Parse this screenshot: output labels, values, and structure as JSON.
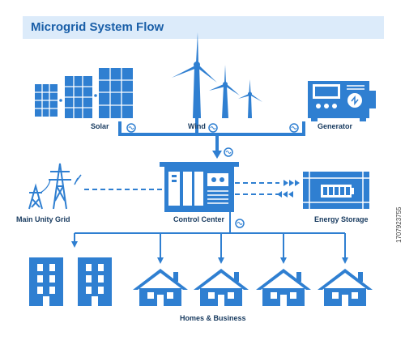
{
  "title": "Microgrid System Flow",
  "labels": {
    "solar": "Solar",
    "wind": "Wind",
    "generator": "Generator",
    "main_grid": "Main Unity Grid",
    "control_center": "Control Center",
    "energy_storage": "Energy Storage",
    "homes_business": "Homes & Business"
  },
  "stock_id": "1707923755",
  "colors": {
    "primary": "#2f7fd1",
    "title_bg": "#dcebfa",
    "label": "#16395e"
  }
}
